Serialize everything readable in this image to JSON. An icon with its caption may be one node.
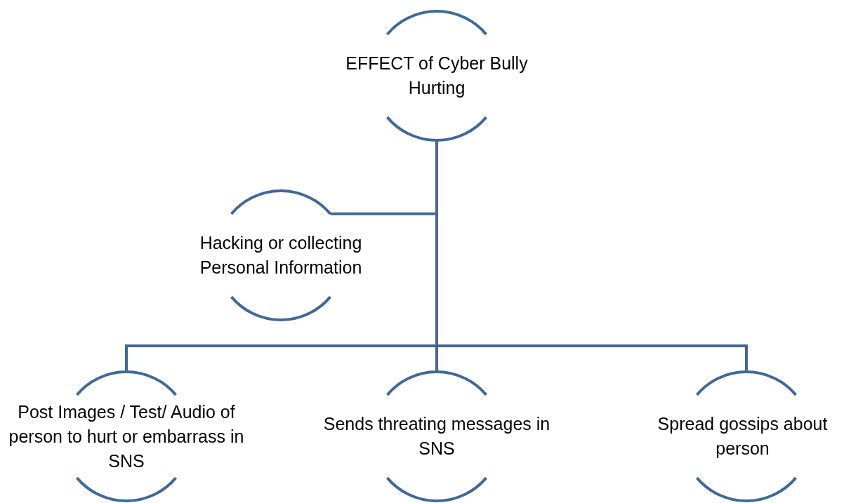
{
  "diagram": {
    "nodes": [
      {
        "text": [
          "EFFECT of Cyber Bully Hurting"
        ]
      },
      {
        "text": [
          "Hacking or collecting Personal Information"
        ]
      },
      {
        "text": [
          "Post Images / Test/ Audio of person to hurt or embarrass in SNS"
        ]
      },
      {
        "text": [
          "Sends threating messages in SNS"
        ]
      },
      {
        "text": [
          "Spread gossips about person"
        ]
      }
    ],
    "edges": [
      {
        "from": 0,
        "to": 1,
        "arrow": "none"
      },
      {
        "from": 0,
        "to": 2,
        "arrow": "none"
      },
      {
        "from": 0,
        "to": 3,
        "arrow": "none"
      },
      {
        "from": 0,
        "to": 4,
        "arrow": "none"
      }
    ]
  }
}
